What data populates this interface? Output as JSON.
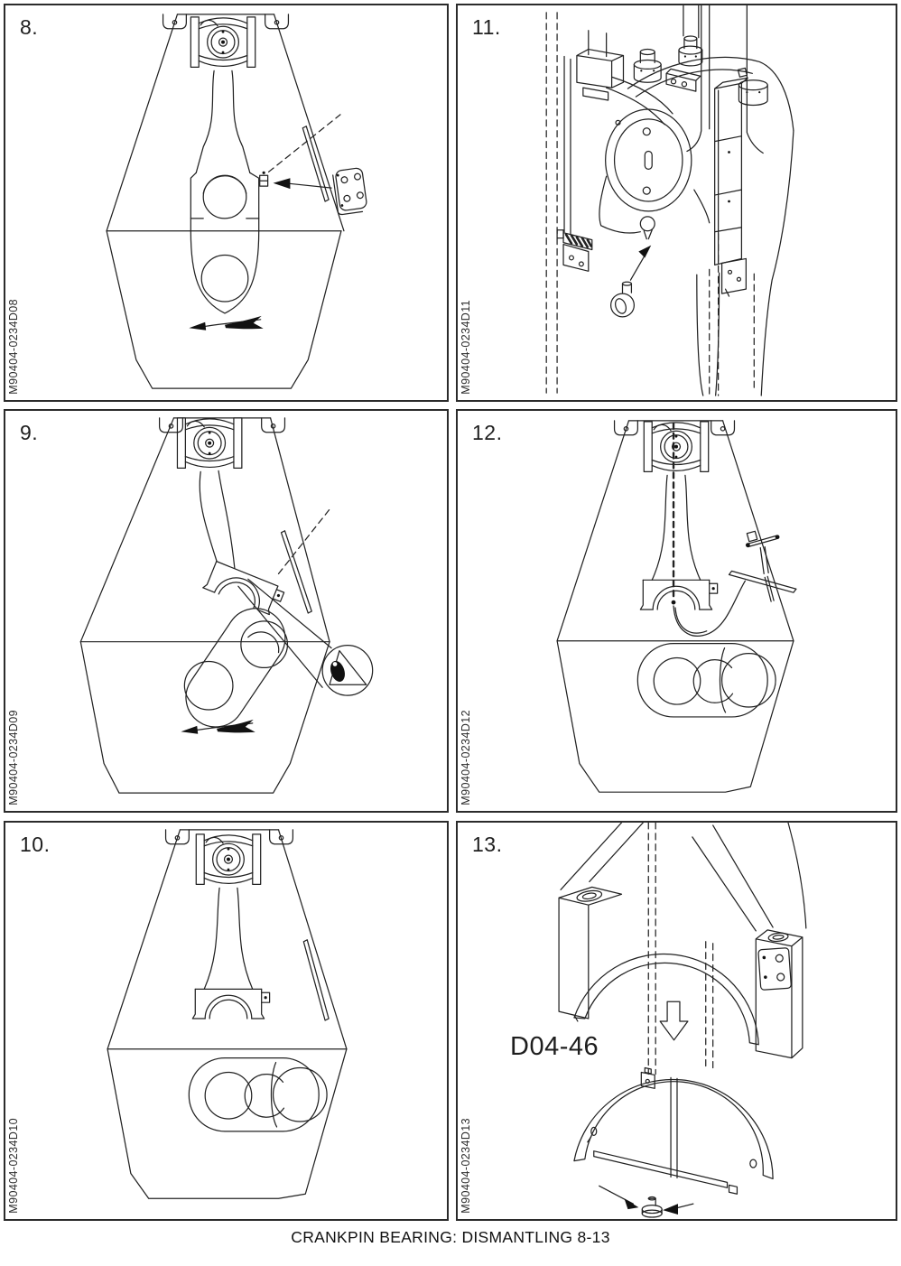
{
  "page": {
    "caption": "CRANKPIN BEARING: DISMANTLING 8-13"
  },
  "panels": [
    {
      "number": "8.",
      "code": "M90404-0234D08"
    },
    {
      "number": "11.",
      "code": "M90404-0234D11"
    },
    {
      "number": "9.",
      "code": "M90404-0234D09"
    },
    {
      "number": "12.",
      "code": "M90404-0234D12"
    },
    {
      "number": "10.",
      "code": "M90404-0234D10"
    },
    {
      "number": "13.",
      "code": "M90404-0234D13",
      "annotation": "D04-46"
    }
  ],
  "icons": {
    "rotation_arrow": "solid left-pointing swoosh arrow",
    "pointer_arrow": "solid pointer arrow",
    "down_arrow": "hollow down arrow"
  }
}
